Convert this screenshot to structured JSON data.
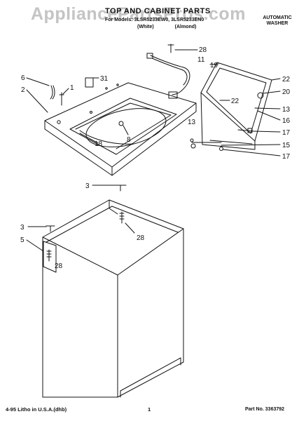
{
  "watermark": "AppliancePartsPros.com",
  "header": {
    "title": "TOP AND CABINET PARTS",
    "models": "For Models: 3LSR5233EW0, 3LSR5233EN0",
    "color_white": "(White)",
    "color_almond": "(Almond)",
    "product_line1": "AUTOMATIC",
    "product_line2": "WASHER"
  },
  "callouts": [
    "28",
    "11",
    "19",
    "22",
    "22",
    "20",
    "13",
    "16",
    "17",
    "15",
    "17",
    "13",
    "8",
    "18",
    "6",
    "31",
    "2",
    "1",
    "3",
    "3",
    "28",
    "5",
    "28"
  ],
  "footer": {
    "litho": "4-95 Litho in U.S.A.(dhb)",
    "page": "1",
    "part_no": "Part No. 3363792"
  },
  "colors": {
    "line": "#111111",
    "watermark": "#c4c4c4",
    "background": "#ffffff"
  }
}
